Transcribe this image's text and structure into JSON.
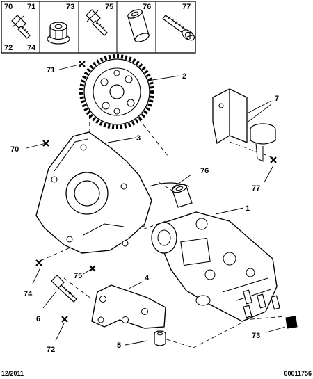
{
  "legend": {
    "cells": [
      {
        "top_left": "70",
        "top_right": "71",
        "bottom_left": "72",
        "bottom_right": "74",
        "icon": "bolt-flanged-icon"
      },
      {
        "top_right": "73",
        "icon": "nut-flanged-icon"
      },
      {
        "top_right": "75",
        "icon": "bolt-flanged-icon"
      },
      {
        "top_right": "76",
        "icon": "sleeve-icon"
      },
      {
        "top_right": "77",
        "icon": "screw-washer-icon"
      }
    ]
  },
  "callouts": {
    "c1": "1",
    "c2": "2",
    "c3": "3",
    "c4": "4",
    "c5": "5",
    "c6": "6",
    "c7": "7",
    "c70": "70",
    "c71": "71",
    "c72": "72",
    "c73": "73",
    "c74": "74",
    "c75": "75",
    "c76": "76",
    "c77": "77"
  },
  "footer": {
    "date": "12/2011",
    "reference": "00011756"
  },
  "colors": {
    "ink": "#000000",
    "paper": "#ffffff"
  }
}
